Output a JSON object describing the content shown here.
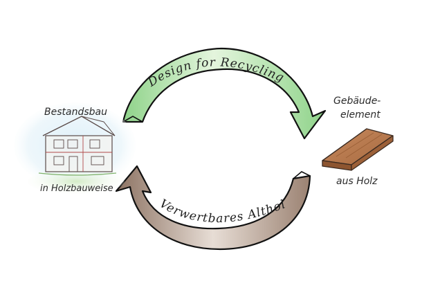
{
  "diagram": {
    "top_arrow_label": "Design for Recycling",
    "bottom_arrow_label": "Verwertbares Altholz",
    "left_label_top": "Bestandsbau",
    "left_label_bottom": "in Holzbauweise",
    "right_label_line1": "Gebäude-",
    "right_label_line2": "element",
    "right_label_bottom": "aus Holz",
    "colors": {
      "top_arrow_fill": "#8fd38a",
      "top_arrow_light": "#e4f5dd",
      "bottom_arrow_fill": "#9b8272",
      "bottom_arrow_light": "#e7ddd5",
      "wood_plank": "#b87a4f",
      "wood_plank_dark": "#8d5530",
      "outline": "#111111"
    }
  }
}
